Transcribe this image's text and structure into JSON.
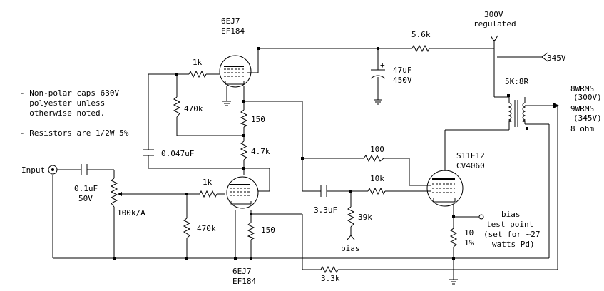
{
  "notes": [
    "- Non-polar caps 630V",
    "  polyester unless",
    "  otherwise noted.",
    "- Resistors are 1/2W 5%"
  ],
  "supply": {
    "regulated_line1": "300V",
    "regulated_line2": "regulated",
    "raw": "345V"
  },
  "tubes": {
    "v1": {
      "line1": "6EJ7",
      "line2": "EF184"
    },
    "v2": {
      "line1": "6EJ7",
      "line2": "EF184"
    },
    "v3": {
      "line1": "S11E12",
      "line2": "CV4060"
    }
  },
  "resistors": {
    "r_supply": "5.6k",
    "r_v1_grid": "1k",
    "r_v1_leak": "470k",
    "r_v1_cathode": "150",
    "r_v1_load": "4.7k",
    "r_v2_grid": "1k",
    "r_v2_leak": "470k",
    "r_v2_cathode": "150",
    "r_screen": "100",
    "r_out_grid": "10k",
    "r_bias": "39k",
    "r_cathode_out": "10",
    "r_cathode_out_tol": "1%",
    "r_feedback": "3.3k",
    "volume_pot": "100k/A"
  },
  "capacitors": {
    "c_input_value": "0.1uF",
    "c_input_voltage": "50V",
    "c_coupling_1": "0.047uF",
    "c_coupling_2": "3.3uF",
    "c_filter_value": "47uF",
    "c_filter_voltage": "450V",
    "c_filter_polarity": "+"
  },
  "transformer": {
    "ratio": "5K:8R",
    "out1_line1": "8WRMS",
    "out1_line2": "(300V)",
    "out2_line1": "9WRMS",
    "out2_line2": "(345V)",
    "out2_line3": "8 ohm"
  },
  "labels": {
    "input": "Input",
    "bias_node": "bias",
    "bias_tp_line1": "bias",
    "bias_tp_line2": "test point",
    "bias_tp_line3": "(set for ~27",
    "bias_tp_line4": "watts Pd)"
  }
}
